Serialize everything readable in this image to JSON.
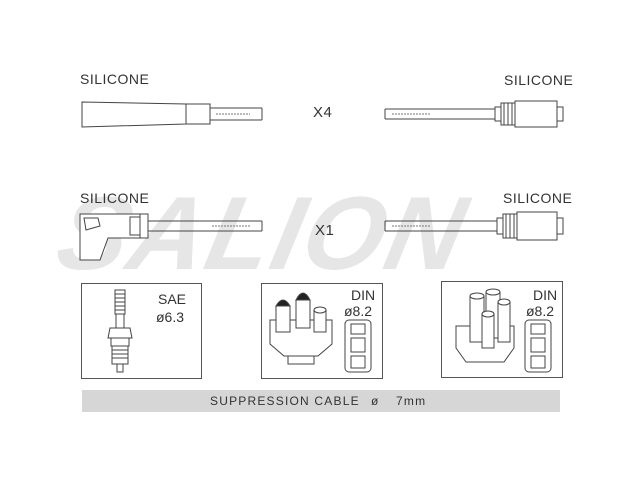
{
  "labels": {
    "top_left": "SILICONE",
    "top_right": "SILICONE",
    "mid_left": "SILICONE",
    "mid_right": "SILICONE",
    "qty_top": "X4",
    "qty_mid": "X1"
  },
  "watermark": "SALION",
  "boxes": [
    {
      "standard": "SAE",
      "diameter": "ø6.3"
    },
    {
      "standard": "DIN",
      "diameter": "ø8.2"
    },
    {
      "standard": "DIN",
      "diameter": "ø8.2"
    }
  ],
  "footer": {
    "cable_type": "SUPPRESSION CABLE",
    "diameter_symbol": "ø",
    "diameter_value": "7mm"
  },
  "colors": {
    "line": "#444444",
    "band": "#d6d6d6",
    "watermark": "#e6e6e6"
  }
}
